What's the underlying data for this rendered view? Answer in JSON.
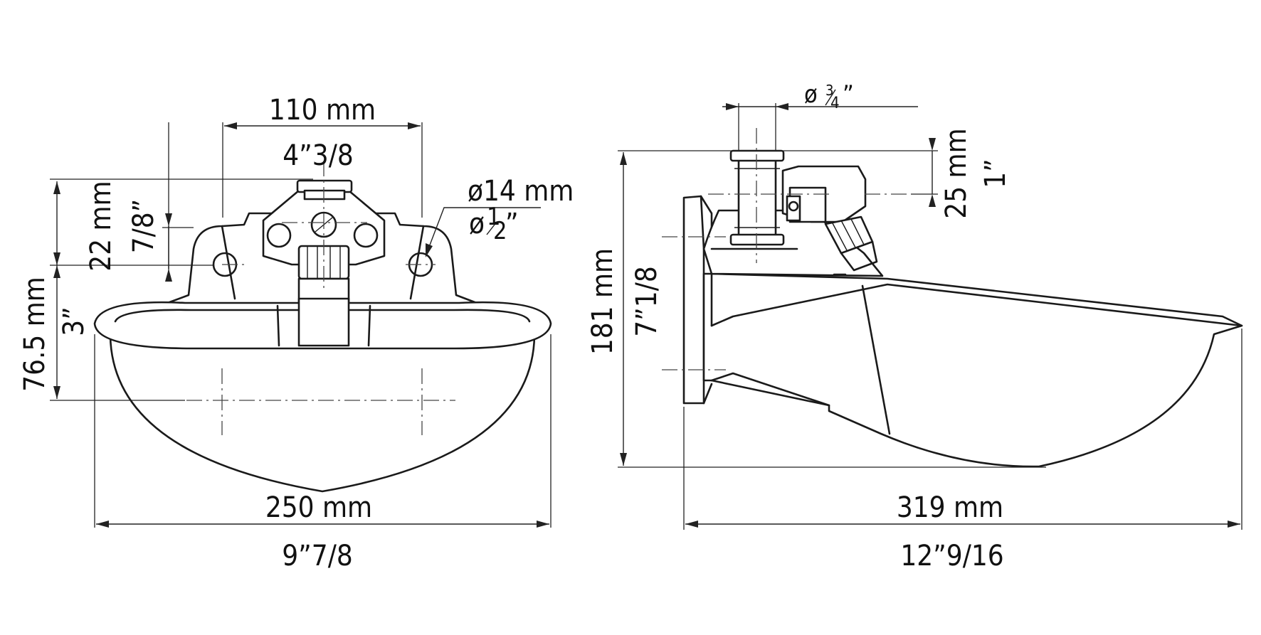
{
  "front_view": {
    "width_mm": "250 mm",
    "width_in": "9”7/8",
    "inlet_spacing_mm": "110 mm",
    "inlet_spacing_in": "4”3/8",
    "hole_dia_mm": "ø14 mm",
    "hole_dia_in_prefix": "ø",
    "hole_dia_in_num": "1",
    "hole_dia_in_den": "2",
    "hole_dia_in_suffix": "”",
    "top_offset_mm": "22 mm",
    "top_offset_in": "7/8”",
    "depth_mm": "76.5 mm",
    "depth_in": "3”"
  },
  "side_view": {
    "length_mm": "319 mm",
    "length_in": "12”9/16",
    "height_mm": "181 mm",
    "height_in": "7”1/8",
    "inlet_offset_mm": "25 mm",
    "inlet_offset_in": "1”",
    "pipe_dia_prefix": "ø",
    "pipe_dia_num": "3",
    "pipe_dia_den": "4",
    "pipe_dia_suffix": "”"
  }
}
